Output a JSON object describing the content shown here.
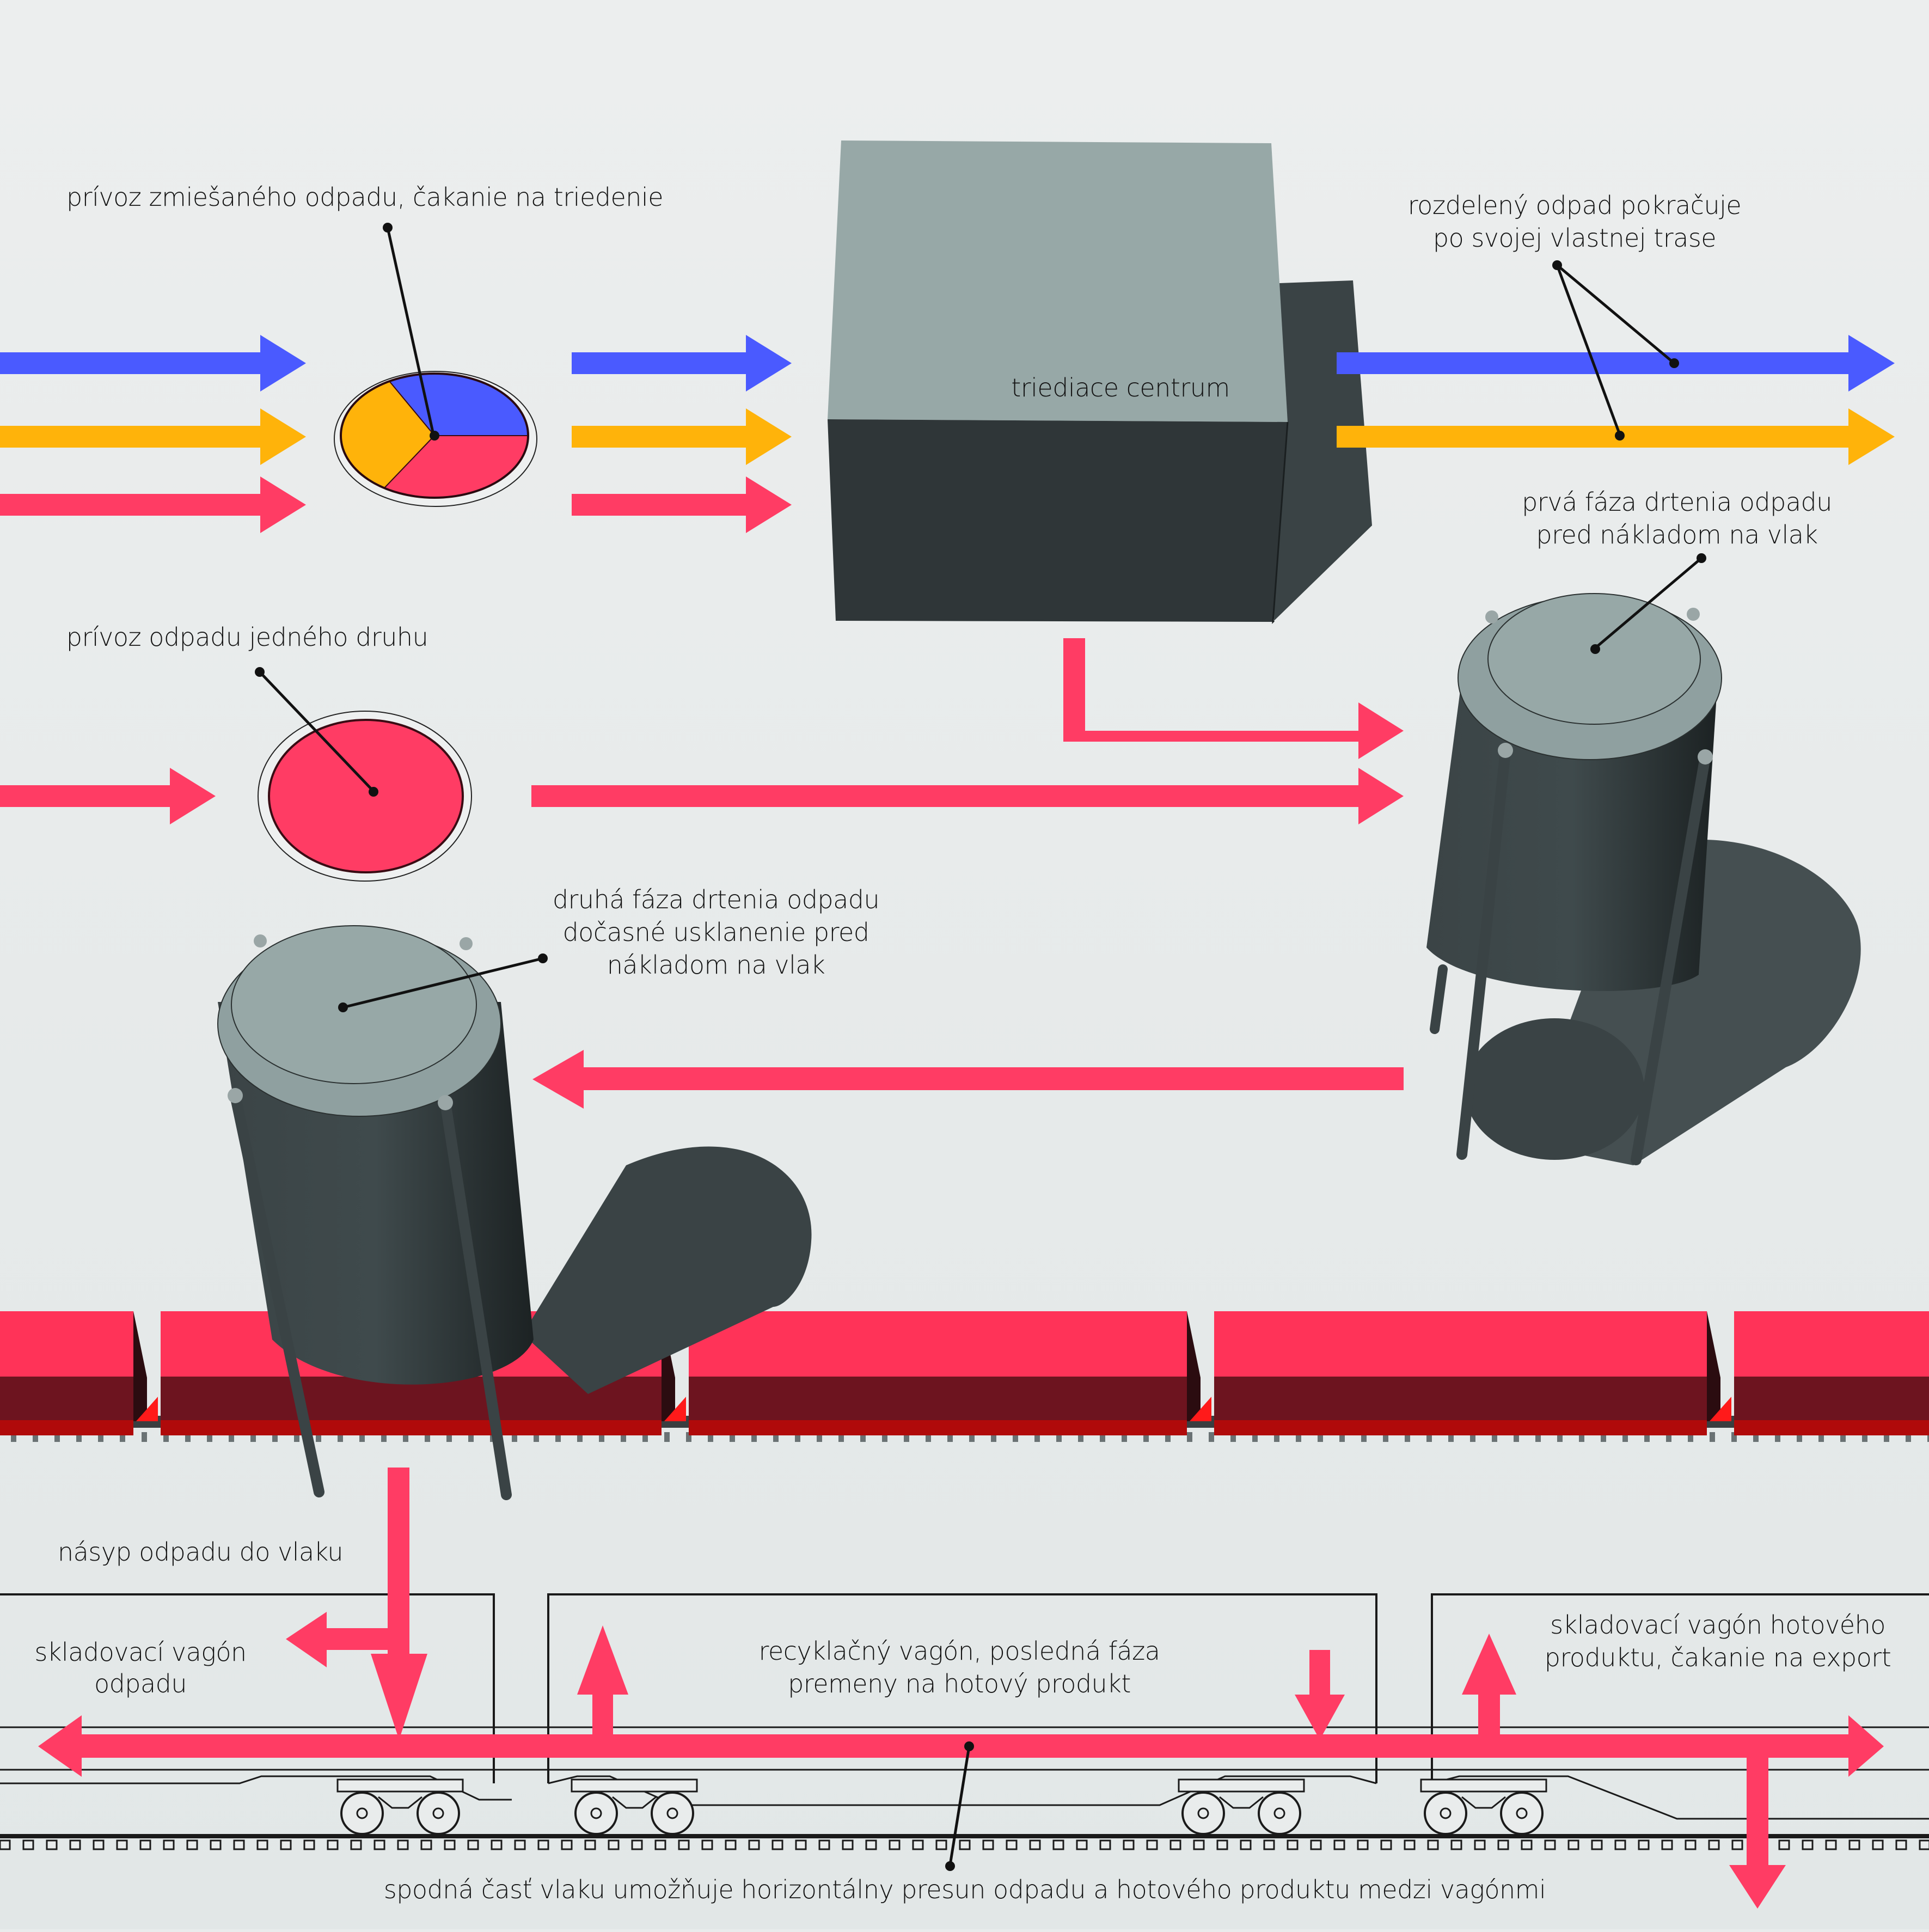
{
  "colors": {
    "background": "#e9ecec",
    "blue_stream": "#4a5aff",
    "yellow_stream": "#ffb30a",
    "red_stream": "#ff3c64",
    "building_dark": "#2f3638",
    "building_light": "#97a8a7",
    "wagon_top": "#ff3358",
    "wagon_side": "#6d141f",
    "wagon_base": "#b00a0a"
  },
  "labels": {
    "mixed_waste_intake": "prívoz zmiešaného odpadu, čakanie na triedenie",
    "sorting_center": "triediace centrum",
    "separated_waste_line1": "rozdelený odpad pokračuje",
    "separated_waste_line2": "po svojej vlastnej trase",
    "first_crushing_line1": "prvá fáza drtenia odpadu",
    "first_crushing_line2": "pred nákladom na vlak",
    "single_waste_intake": "prívoz odpadu jedného druhu",
    "second_crushing_line1": "druhá fáza drtenia odpadu",
    "second_crushing_line2": "dočasné usklanenie pred",
    "second_crushing_line3": "nákladom na vlak",
    "loading_into_train": "násyp odpadu do vlaku",
    "waste_storage_wagon_line1": "skladovací vagón",
    "waste_storage_wagon_line2": "odpadu",
    "recycling_wagon_line1": "recyklačný vagón, posledná fáza",
    "recycling_wagon_line2": "premeny na hotový produkt",
    "product_storage_wagon_line1": "skladovací vagón hotového",
    "product_storage_wagon_line2": "produktu, čakanie na export",
    "train_underside": "spodná časť vlaku umožňuje horizontálny presun odpadu a hotového produktu medzi vagónmi"
  },
  "mixed_waste_composition": [
    {
      "stream": "blue",
      "share": 0.33
    },
    {
      "stream": "red",
      "share": 0.34
    },
    {
      "stream": "yellow",
      "share": 0.33
    }
  ],
  "streams": {
    "incoming_mixed": [
      "blue",
      "yellow",
      "red"
    ],
    "to_sorting_center": [
      "blue",
      "yellow",
      "red"
    ],
    "leaving_sorting_center": [
      "blue",
      "yellow"
    ],
    "to_first_crusher": [
      "red"
    ],
    "single_type_intake": [
      "red"
    ]
  }
}
